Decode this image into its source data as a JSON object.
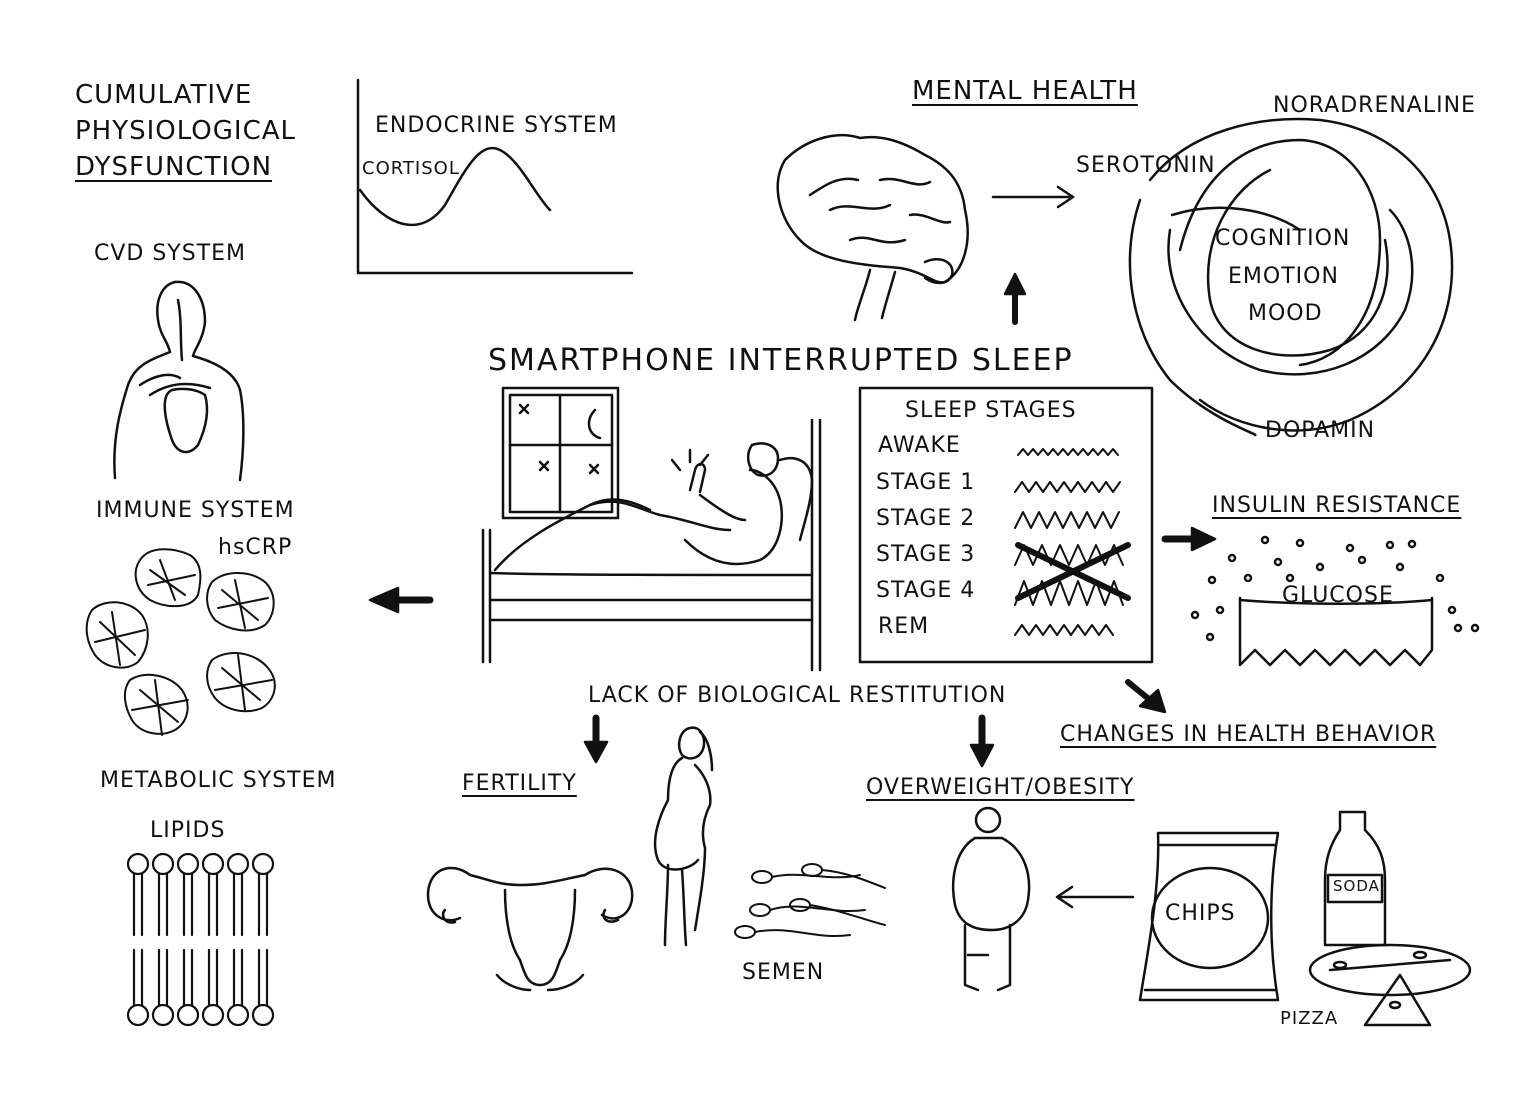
{
  "title": "SMARTPHONE INTERRUPTED SLEEP",
  "dysfunction": [
    "CUMULATIVE",
    "PHYSIOLOGICAL",
    "DYSFUNCTION"
  ],
  "endocrine": {
    "title": "ENDOCRINE SYSTEM",
    "cortisol": "CORTISOL"
  },
  "cvd": "CVD SYSTEM",
  "immune": {
    "title": "IMMUNE SYSTEM",
    "marker": "hsCRP"
  },
  "metabolic": {
    "title": "METABOLIC SYSTEM",
    "lipids": "LIPIDS"
  },
  "mental_health": {
    "title": "MENTAL HEALTH",
    "serotonin": "SEROTONIN",
    "noradrenaline": "NORADRENALINE",
    "dopamine": "DOPAMIN",
    "center": [
      "COGNITION",
      "EMOTION",
      "MOOD"
    ]
  },
  "sleep_stages": {
    "title": "SLEEP STAGES",
    "rows": [
      "AWAKE",
      "STAGE 1",
      "STAGE 2",
      "STAGE 3",
      "STAGE 4",
      "REM"
    ]
  },
  "insulin": {
    "title": "INSULIN RESISTANCE",
    "glucose": "GLUCOSE"
  },
  "restitution": "LACK OF BIOLOGICAL RESTITUTION",
  "health_behavior": "CHANGES IN HEALTH BEHAVIOR",
  "fertility": {
    "title": "FERTILITY",
    "semen": "SEMEN"
  },
  "obesity": "OVERWEIGHT/OBESITY",
  "food": {
    "chips": "CHIPS",
    "soda": "SODA",
    "pizza": "PIZZA"
  }
}
